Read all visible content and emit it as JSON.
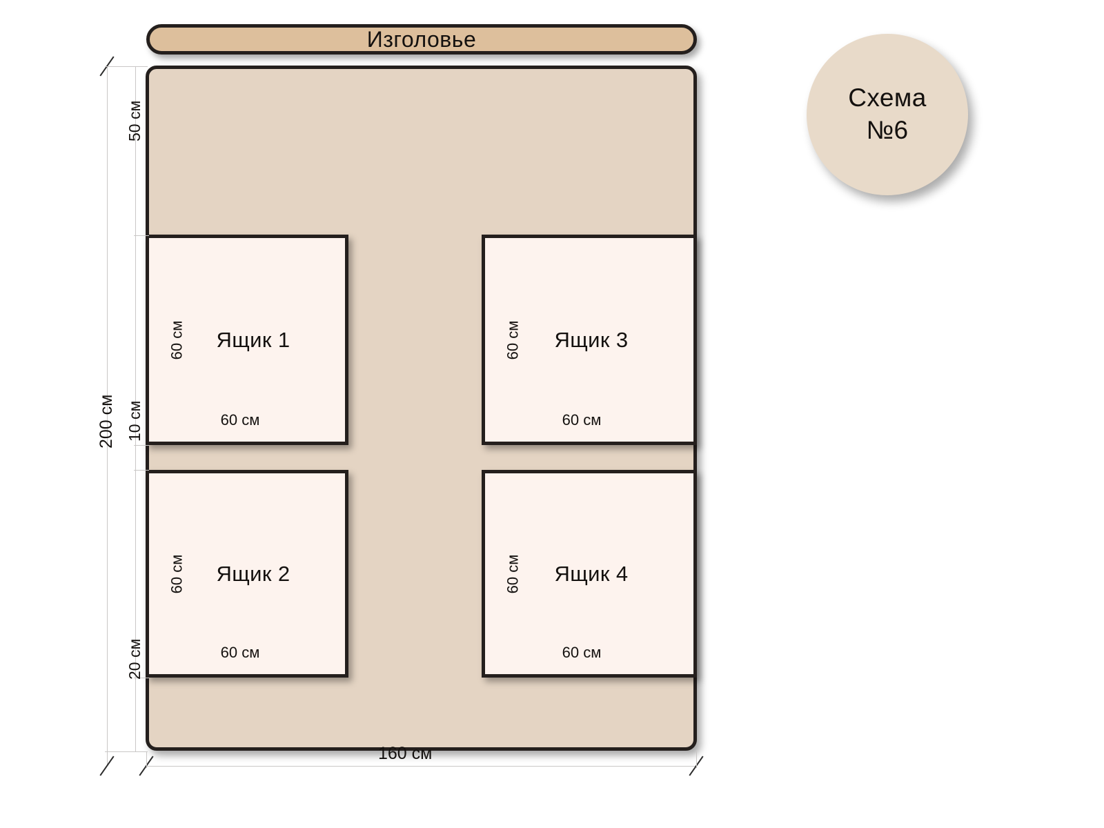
{
  "diagram": {
    "headboard_label": "Изголовье",
    "badge": {
      "line1": "Схема",
      "line2": "№6"
    },
    "overall": {
      "height_label": "200 см",
      "width_label": "160 см"
    },
    "segments": {
      "top_gap": "50 см",
      "drawer_row_1": "60 см",
      "middle_gap": "10 см",
      "drawer_row_2": "60 см",
      "bottom_gap": "20 см"
    },
    "drawers": [
      {
        "id": "dr1",
        "title": "Ящик 1",
        "width_label": "60 см",
        "height_label": "60 см"
      },
      {
        "id": "dr2",
        "title": "Ящик 2",
        "width_label": "60 см",
        "height_label": "60 см"
      },
      {
        "id": "dr3",
        "title": "Ящик 3",
        "width_label": "60 см",
        "height_label": "60 см"
      },
      {
        "id": "dr4",
        "title": "Ящик 4",
        "width_label": "60 см",
        "height_label": "60 см"
      }
    ],
    "colors": {
      "bed_fill": "#e4d4c3",
      "headboard_fill": "#ddbf9c",
      "drawer_fill": "#fdf3ee",
      "outline": "#241f1d",
      "badge_fill": "#e8dac9",
      "dimension_line": "#c9c7c6"
    }
  }
}
